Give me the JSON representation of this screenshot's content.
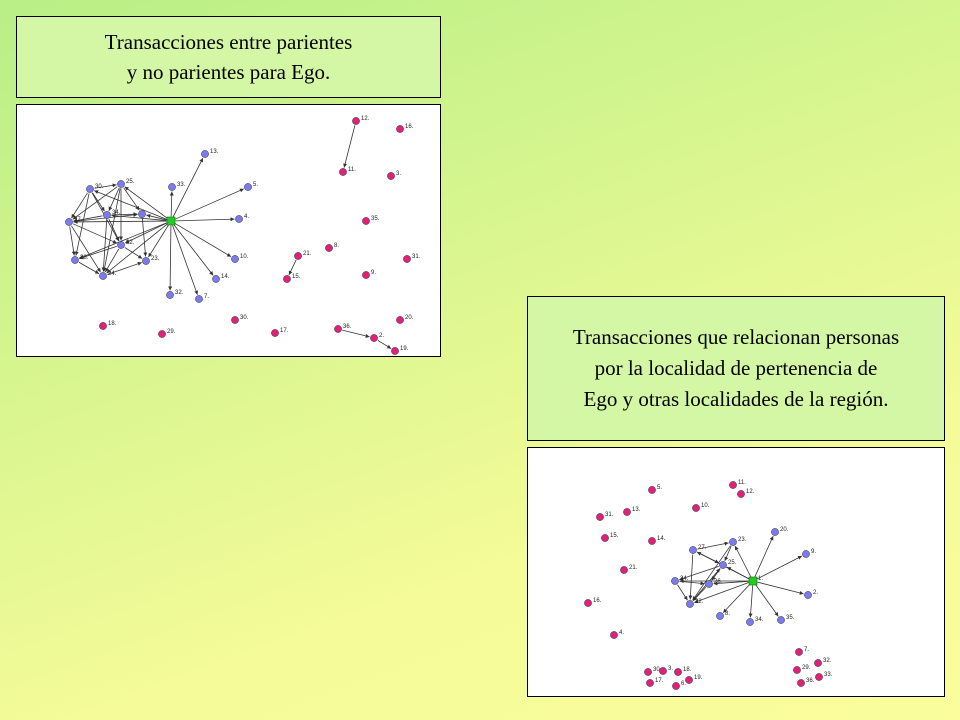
{
  "captions": {
    "kin": {
      "line1": "Transacciones entre parientes",
      "line2": "y no parientes para Ego."
    },
    "locality": {
      "line1": "Transacciones que relacionan personas",
      "line2": "por la localidad de pertenencia de",
      "line3": "Ego y otras localidades de la región."
    }
  },
  "colors": {
    "ego": "#22cc22",
    "blue_node": "#7b7bf0",
    "red_node": "#e0207a",
    "edge": "#333333"
  },
  "graphs": [
    {
      "id": "kin-network",
      "nodes": [
        {
          "id": "ego",
          "label": "",
          "type": "ego"
        },
        {
          "id": "n13",
          "label": "13.",
          "type": "blue"
        },
        {
          "id": "n5",
          "label": "5.",
          "type": "blue"
        },
        {
          "id": "n4",
          "label": "4.",
          "type": "blue"
        },
        {
          "id": "n10",
          "label": "10.",
          "type": "blue"
        },
        {
          "id": "n14",
          "label": "14.",
          "type": "blue"
        },
        {
          "id": "n7",
          "label": "7.",
          "type": "blue"
        },
        {
          "id": "n32",
          "label": "32.",
          "type": "blue"
        },
        {
          "id": "n33",
          "label": "33.",
          "type": "blue"
        },
        {
          "id": "n30a",
          "label": "30.",
          "type": "blue"
        },
        {
          "id": "n25",
          "label": "25.",
          "type": "blue"
        },
        {
          "id": "n34",
          "label": "34.",
          "type": "blue"
        },
        {
          "id": "n26",
          "label": "",
          "type": "blue"
        },
        {
          "id": "n27",
          "label": "27.",
          "type": "blue"
        },
        {
          "id": "n22",
          "label": "22.",
          "type": "blue"
        },
        {
          "id": "n28",
          "label": "28.",
          "type": "blue"
        },
        {
          "id": "n24",
          "label": "24.",
          "type": "blue"
        },
        {
          "id": "n23",
          "label": "23.",
          "type": "blue"
        },
        {
          "id": "n12",
          "label": "12.",
          "type": "red"
        },
        {
          "id": "n16",
          "label": "16.",
          "type": "red"
        },
        {
          "id": "n11",
          "label": "11.",
          "type": "red"
        },
        {
          "id": "n3",
          "label": "3.",
          "type": "red"
        },
        {
          "id": "n35",
          "label": "35.",
          "type": "red"
        },
        {
          "id": "n8",
          "label": "8.",
          "type": "red"
        },
        {
          "id": "n21",
          "label": "21.",
          "type": "red"
        },
        {
          "id": "n31",
          "label": "31.",
          "type": "red"
        },
        {
          "id": "n15",
          "label": "15.",
          "type": "red"
        },
        {
          "id": "n9",
          "label": "9.",
          "type": "red"
        },
        {
          "id": "n18",
          "label": "18.",
          "type": "red"
        },
        {
          "id": "n29",
          "label": "29.",
          "type": "red"
        },
        {
          "id": "n30",
          "label": "30.",
          "type": "red"
        },
        {
          "id": "n17",
          "label": "17.",
          "type": "red"
        },
        {
          "id": "n36",
          "label": "36.",
          "type": "red"
        },
        {
          "id": "n2",
          "label": "2.",
          "type": "red"
        },
        {
          "id": "n20",
          "label": "20.",
          "type": "red"
        },
        {
          "id": "n19",
          "label": "19.",
          "type": "red"
        }
      ],
      "edges": [
        [
          "ego",
          "n13"
        ],
        [
          "ego",
          "n5"
        ],
        [
          "ego",
          "n4"
        ],
        [
          "ego",
          "n10"
        ],
        [
          "ego",
          "n14"
        ],
        [
          "ego",
          "n7"
        ],
        [
          "ego",
          "n32"
        ],
        [
          "ego",
          "n33"
        ],
        [
          "ego",
          "n25"
        ],
        [
          "ego",
          "n34"
        ],
        [
          "ego",
          "n26"
        ],
        [
          "ego",
          "n27"
        ],
        [
          "ego",
          "n22"
        ],
        [
          "ego",
          "n28"
        ],
        [
          "ego",
          "n24"
        ],
        [
          "ego",
          "n23"
        ],
        [
          "ego",
          "n30a"
        ],
        [
          "n30a",
          "n25"
        ],
        [
          "n30a",
          "n27"
        ],
        [
          "n30a",
          "n34"
        ],
        [
          "n30a",
          "n28"
        ],
        [
          "n30a",
          "n22"
        ],
        [
          "n25",
          "n27"
        ],
        [
          "n25",
          "n34"
        ],
        [
          "n25",
          "n22"
        ],
        [
          "n25",
          "n26"
        ],
        [
          "n25",
          "n24"
        ],
        [
          "n34",
          "n22"
        ],
        [
          "n34",
          "n27"
        ],
        [
          "n34",
          "n26"
        ],
        [
          "n34",
          "n24"
        ],
        [
          "n27",
          "n28"
        ],
        [
          "n27",
          "n22"
        ],
        [
          "n27",
          "n24"
        ],
        [
          "n27",
          "n26"
        ],
        [
          "n22",
          "n24"
        ],
        [
          "n22",
          "n23"
        ],
        [
          "n22",
          "n28"
        ],
        [
          "n26",
          "n23"
        ],
        [
          "n28",
          "n24"
        ],
        [
          "n24",
          "n23"
        ],
        [
          "n12",
          "n11"
        ],
        [
          "n21",
          "n15"
        ],
        [
          "n36",
          "n2"
        ],
        [
          "n2",
          "n19"
        ]
      ]
    },
    {
      "id": "locality-network",
      "nodes": [
        {
          "id": "ego",
          "label": "1.",
          "type": "ego"
        },
        {
          "id": "n5",
          "label": "5.",
          "type": "red"
        },
        {
          "id": "n11",
          "label": "11.",
          "type": "red"
        },
        {
          "id": "n12",
          "label": "12.",
          "type": "red"
        },
        {
          "id": "n10",
          "label": "10.",
          "type": "red"
        },
        {
          "id": "n31",
          "label": "31.",
          "type": "red"
        },
        {
          "id": "n13",
          "label": "13.",
          "type": "red"
        },
        {
          "id": "n15",
          "label": "15.",
          "type": "red"
        },
        {
          "id": "n14",
          "label": "14.",
          "type": "red"
        },
        {
          "id": "n21",
          "label": "21.",
          "type": "red"
        },
        {
          "id": "n16",
          "label": "16.",
          "type": "red"
        },
        {
          "id": "n4",
          "label": "4.",
          "type": "red"
        },
        {
          "id": "n20",
          "label": "20.",
          "type": "blue"
        },
        {
          "id": "n23",
          "label": "23.",
          "type": "blue"
        },
        {
          "id": "n27",
          "label": "27.",
          "type": "blue"
        },
        {
          "id": "n25",
          "label": "25.",
          "type": "blue"
        },
        {
          "id": "n26",
          "label": "26.",
          "type": "blue"
        },
        {
          "id": "n24",
          "label": "24.",
          "type": "blue"
        },
        {
          "id": "n22",
          "label": "22.",
          "type": "blue"
        },
        {
          "id": "n9",
          "label": "9.",
          "type": "blue"
        },
        {
          "id": "n2",
          "label": "2.",
          "type": "blue"
        },
        {
          "id": "n8",
          "label": "8.",
          "type": "blue"
        },
        {
          "id": "n34",
          "label": "34.",
          "type": "blue"
        },
        {
          "id": "n35",
          "label": "35.",
          "type": "blue"
        },
        {
          "id": "n7",
          "label": "7.",
          "type": "red"
        },
        {
          "id": "n32",
          "label": "32.",
          "type": "red"
        },
        {
          "id": "n29",
          "label": "29.",
          "type": "red"
        },
        {
          "id": "n33",
          "label": "33.",
          "type": "red"
        },
        {
          "id": "n36",
          "label": "36.",
          "type": "red"
        },
        {
          "id": "n30",
          "label": "30.",
          "type": "red"
        },
        {
          "id": "n3",
          "label": "3.",
          "type": "red"
        },
        {
          "id": "n18",
          "label": "18.",
          "type": "red"
        },
        {
          "id": "n17",
          "label": "17.",
          "type": "red"
        },
        {
          "id": "n6",
          "label": "6.",
          "type": "red"
        },
        {
          "id": "n19",
          "label": "19.",
          "type": "red"
        }
      ],
      "edges": [
        [
          "ego",
          "n20"
        ],
        [
          "ego",
          "n23"
        ],
        [
          "ego",
          "n27"
        ],
        [
          "ego",
          "n25"
        ],
        [
          "ego",
          "n26"
        ],
        [
          "ego",
          "n24"
        ],
        [
          "ego",
          "n22"
        ],
        [
          "ego",
          "n9"
        ],
        [
          "ego",
          "n2"
        ],
        [
          "ego",
          "n8"
        ],
        [
          "ego",
          "n34"
        ],
        [
          "ego",
          "n35"
        ],
        [
          "n27",
          "n23"
        ],
        [
          "n27",
          "n25"
        ],
        [
          "n27",
          "n22"
        ],
        [
          "n23",
          "n25"
        ],
        [
          "n23",
          "n22"
        ],
        [
          "n25",
          "n26"
        ],
        [
          "n25",
          "n24"
        ],
        [
          "n26",
          "n22"
        ],
        [
          "n24",
          "n22"
        ],
        [
          "n24",
          "n26"
        ],
        [
          "n22",
          "n25"
        ]
      ]
    }
  ]
}
